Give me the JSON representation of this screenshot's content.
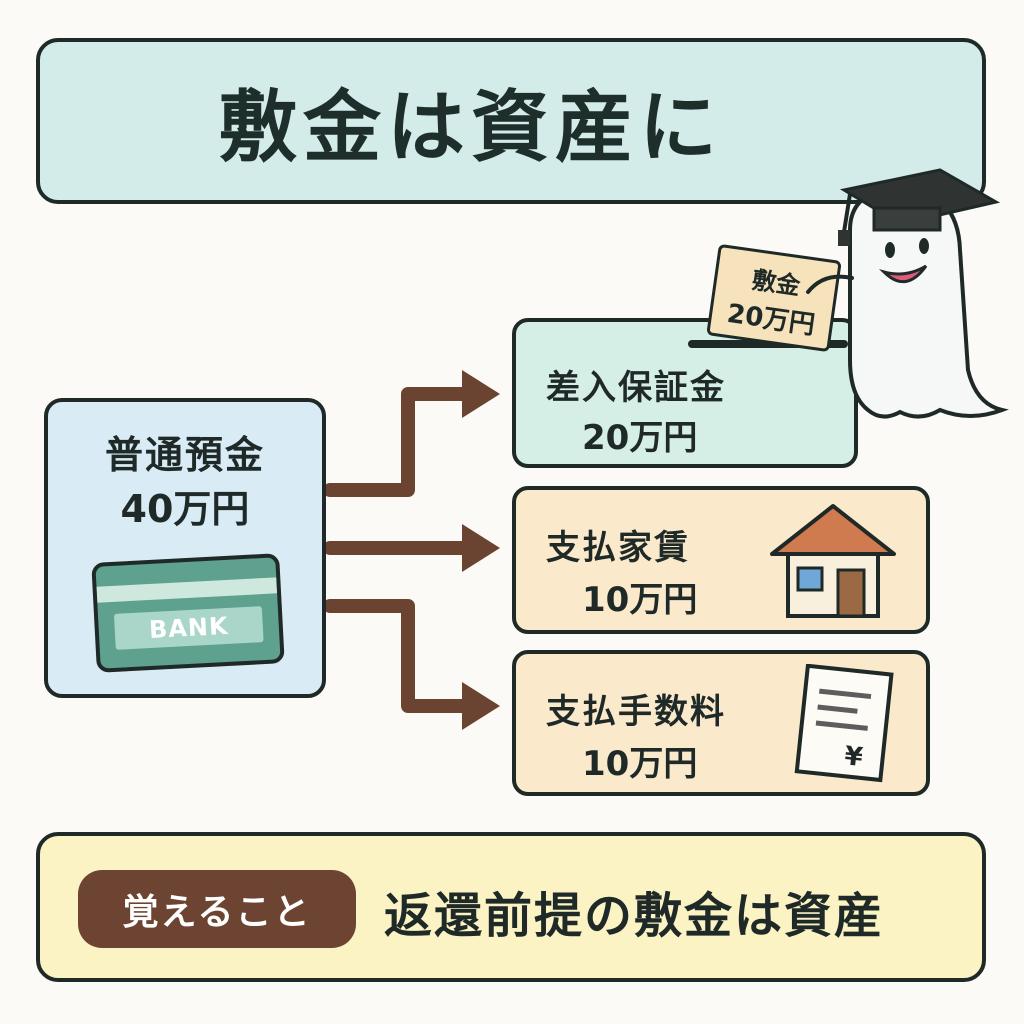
{
  "title": "敷金は資産に",
  "source": {
    "name": "普通預金",
    "amount": "40万円",
    "card_label": "BANK"
  },
  "destinations": [
    {
      "name": "差入保証金",
      "amount": "20万円",
      "color": "#d5eee6"
    },
    {
      "name": "支払家賃",
      "amount": "10万円",
      "color": "#fbe9cc"
    },
    {
      "name": "支払手数料",
      "amount": "10万円",
      "color": "#fbe9cc"
    }
  ],
  "note_card": {
    "line1": "敷金",
    "line2": "20万円"
  },
  "icons": [
    "graduation-cap-icon",
    "house-icon",
    "receipt-yen-icon",
    "bank-card-icon"
  ],
  "bottom": {
    "tag": "覚えること",
    "text": "返還前提の敷金は資産"
  },
  "colors": {
    "title_bg": "#d3ecea",
    "source_bg": "#d9ecf6",
    "arrow": "#6b4431",
    "bottom_bg": "#fbf3c4",
    "tag_bg": "#6d4431"
  }
}
